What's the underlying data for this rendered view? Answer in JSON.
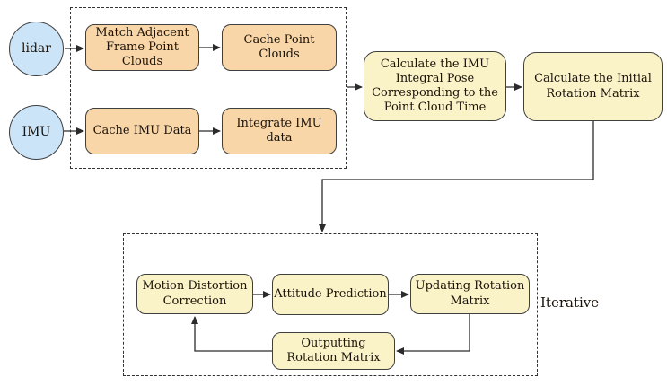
{
  "colors": {
    "background": "#ffffff",
    "input_fill": "#cbe4f8",
    "process_fill": "#f9d6a8",
    "stage_fill": "#fbf3c8",
    "node_border": "#3f3f3f",
    "text": "#1b130a",
    "arrow": "#2b2b2b",
    "group_border": "#333333"
  },
  "nodes": {
    "lidar": {
      "label": "lidar"
    },
    "imu": {
      "label": "IMU"
    },
    "match_adjacent": {
      "label": "Match Adjacent\nFrame Point\nClouds"
    },
    "cache_point_clouds": {
      "label": "Cache Point Clouds"
    },
    "cache_imu_data": {
      "label": "Cache IMU Data"
    },
    "integrate_imu_data": {
      "label": "Integrate IMU data"
    },
    "imu_integral_pose": {
      "label": "Calculate the IMU\nIntegral Pose\nCorresponding to the\nPoint Cloud Time"
    },
    "initial_rotation_matrix": {
      "label": "Calculate the Initial\nRotation Matrix"
    },
    "motion_distortion_correction": {
      "label": "Motion Distortion\nCorrection"
    },
    "attitude_prediction": {
      "label": "Attitude Prediction"
    },
    "updating_rotation_matrix": {
      "label": "Updating Rotation\nMatrix"
    },
    "outputting_rotation_matrix": {
      "label": "Outputting\nRotation Matrix"
    }
  },
  "labels": {
    "iterative": "Iterative"
  }
}
